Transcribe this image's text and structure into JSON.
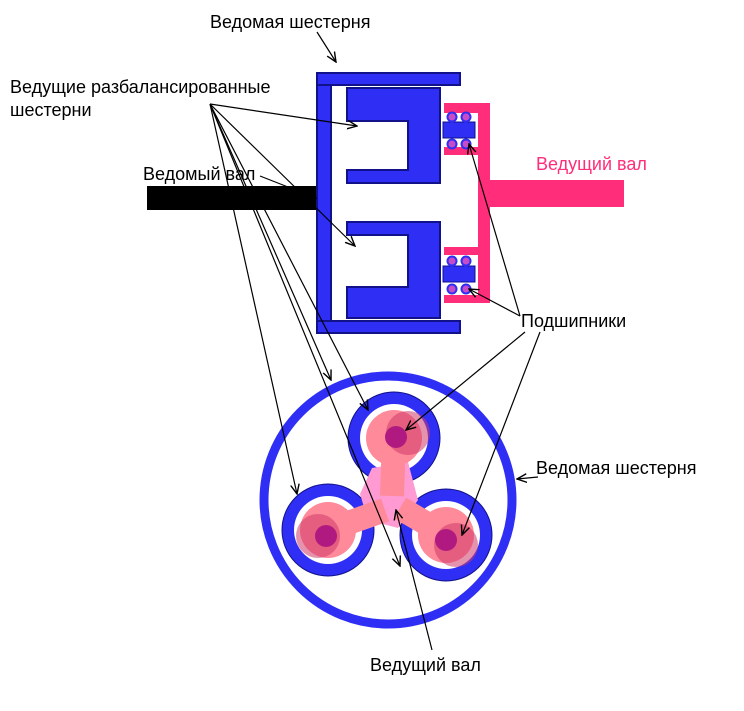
{
  "labels": {
    "driven_gear_top": "Ведомая шестерня",
    "unbalanced_gears_line1": "Ведущие разбалансированные",
    "unbalanced_gears_line2": "шестерни",
    "driven_shaft": "Ведомый вал",
    "driving_shaft_top": "Ведущий вал",
    "bearings": "Подшипники",
    "driven_gear_side": "Ведомая шестерня",
    "driving_shaft_bottom": "Ведущий вал"
  },
  "colors": {
    "gear_blue": "#2e2ef5",
    "gear_dark": "#11118a",
    "shaft_pink": "#ff2d7a",
    "shaft_black": "#000000",
    "light_pink": "#ff8a9a",
    "hub_magenta": "#b01a80",
    "bearing_ball": "#c84bc8",
    "center_pink": "#ff9ad2"
  }
}
